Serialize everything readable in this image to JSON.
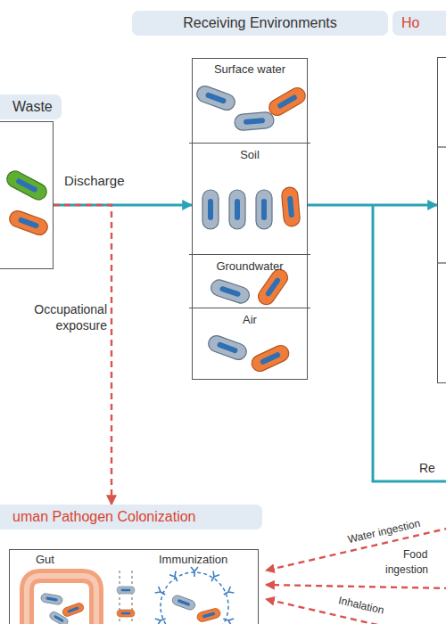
{
  "diagram": {
    "nodes": [
      {
        "text": [
          "Waste"
        ]
      },
      {
        "text": [
          "Receiving Environments"
        ]
      },
      {
        "text": [
          "Surface water"
        ],
        "in": 1
      },
      {
        "text": [
          "Soil"
        ],
        "in": 1
      },
      {
        "text": [
          "Groundwater"
        ],
        "in": 1
      },
      {
        "text": [
          "Air"
        ],
        "in": 1
      },
      {
        "text": [
          "Ho"
        ]
      },
      {
        "text": [
          "uman Pathogen Colonization"
        ]
      }
    ],
    "edges": [
      {
        "from": 0,
        "to": 1,
        "label": "Discharge",
        "arrow": "to"
      },
      {
        "from": 0,
        "to": 7,
        "label": "Occupational exposure",
        "arrow": "to"
      },
      {
        "from": 1,
        "to": 6,
        "arrow": "to"
      }
    ],
    "labels": [
      "Gut",
      "Immunization",
      "Re",
      "Water ingestion",
      "Food",
      "ingestion",
      "Inhalation"
    ]
  }
}
